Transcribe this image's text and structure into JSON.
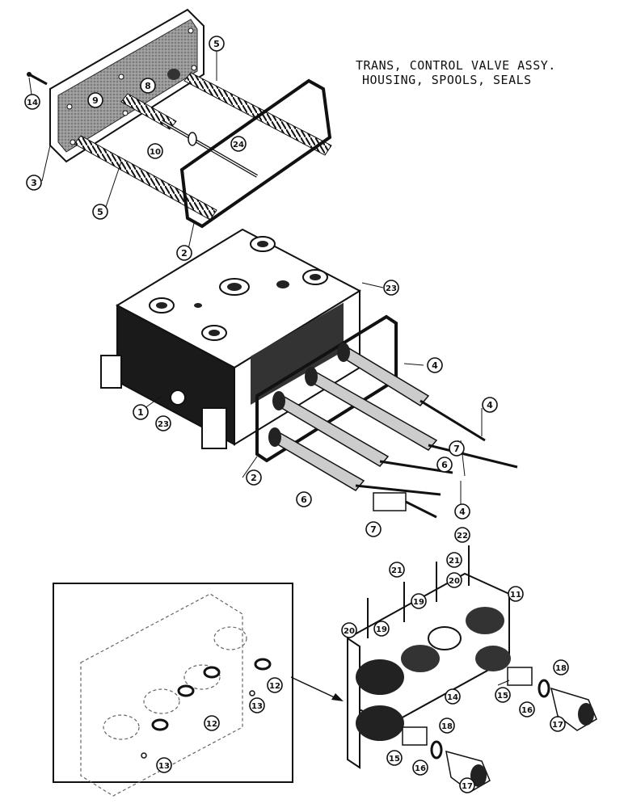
{
  "title": {
    "line1": "TRANS, CONTROL VALVE ASSY.",
    "line2": "HOUSING, SPOOLS, SEALS"
  },
  "callouts": [
    {
      "id": "c14a",
      "label": "14"
    },
    {
      "id": "c5a",
      "label": "5"
    },
    {
      "id": "c9",
      "label": "9"
    },
    {
      "id": "c8",
      "label": "8"
    },
    {
      "id": "c10",
      "label": "10"
    },
    {
      "id": "c24",
      "label": "24"
    },
    {
      "id": "c3",
      "label": "3"
    },
    {
      "id": "c5b",
      "label": "5"
    },
    {
      "id": "c2a",
      "label": "2"
    },
    {
      "id": "c23a",
      "label": "23"
    },
    {
      "id": "c4a",
      "label": "4"
    },
    {
      "id": "c1",
      "label": "1"
    },
    {
      "id": "c23b",
      "label": "23"
    },
    {
      "id": "c4b",
      "label": "4"
    },
    {
      "id": "c7a",
      "label": "7"
    },
    {
      "id": "c6a",
      "label": "6"
    },
    {
      "id": "c2b",
      "label": "2"
    },
    {
      "id": "c6b",
      "label": "6"
    },
    {
      "id": "c4c",
      "label": "4"
    },
    {
      "id": "c7b",
      "label": "7"
    },
    {
      "id": "c22",
      "label": "22"
    },
    {
      "id": "c21a",
      "label": "21"
    },
    {
      "id": "c21b",
      "label": "21"
    },
    {
      "id": "c20a",
      "label": "20"
    },
    {
      "id": "c11",
      "label": "11"
    },
    {
      "id": "c19a",
      "label": "19"
    },
    {
      "id": "c20b",
      "label": "20"
    },
    {
      "id": "c19b",
      "label": "19"
    },
    {
      "id": "c12a",
      "label": "12"
    },
    {
      "id": "c12b",
      "label": "12"
    },
    {
      "id": "c13a",
      "label": "13"
    },
    {
      "id": "c13b",
      "label": "13"
    },
    {
      "id": "c14b",
      "label": "14"
    },
    {
      "id": "c15a",
      "label": "15"
    },
    {
      "id": "c16a",
      "label": "16"
    },
    {
      "id": "c18a",
      "label": "18"
    },
    {
      "id": "c17a",
      "label": "17"
    },
    {
      "id": "c15b",
      "label": "15"
    },
    {
      "id": "c16b",
      "label": "16"
    },
    {
      "id": "c18b",
      "label": "18"
    },
    {
      "id": "c17b",
      "label": "17"
    }
  ]
}
